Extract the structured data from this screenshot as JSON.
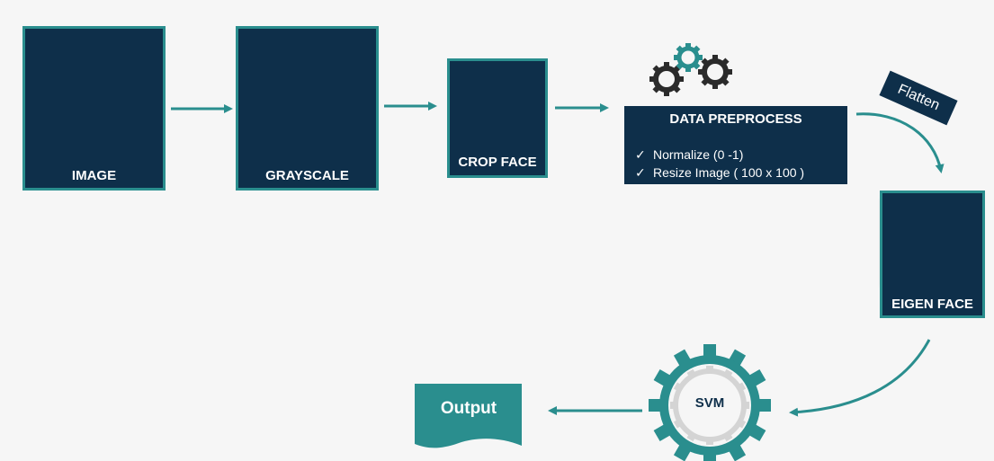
{
  "nodes": {
    "image": {
      "label": "IMAGE"
    },
    "grayscale": {
      "label": "GRAYSCALE"
    },
    "crop_face": {
      "label": "CROP FACE"
    },
    "data_preprocess": {
      "title": "DATA PREPROCESS",
      "items": [
        "Normalize (0 -1)",
        "Resize Image ( 100 x 100 )"
      ]
    },
    "flatten": {
      "label": "Flatten"
    },
    "eigen_face": {
      "label": "EIGEN FACE"
    },
    "svm": {
      "label": "SVM"
    },
    "output": {
      "label": "Output"
    }
  },
  "check_glyph": "✓",
  "colors": {
    "teal": "#2a8e8e",
    "navy": "#0e2f4a",
    "background": "#f6f6f6",
    "gear_dark": "#2b2b2b",
    "gear_light": "#d4d4d4"
  },
  "icons": [
    "gears-icon",
    "svm-gear-icon",
    "arrow-icon"
  ]
}
